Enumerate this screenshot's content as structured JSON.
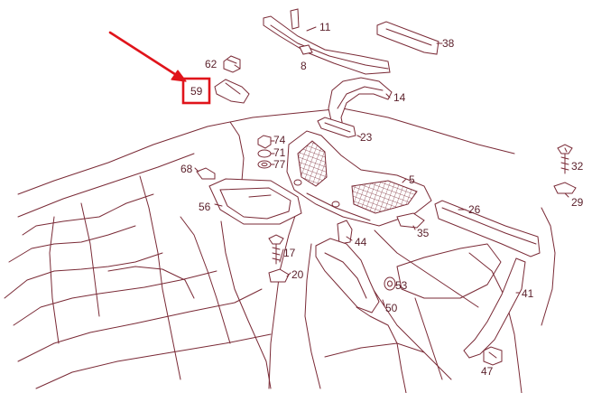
{
  "colors": {
    "line": "#7a2a36",
    "label": "#5a1f2a",
    "highlight": "#e0141b",
    "background": "#ffffff"
  },
  "highlight": {
    "part": "59"
  },
  "parts": {
    "p11": "11",
    "p38": "38",
    "p8": "8",
    "p62": "62",
    "p59": "59",
    "p14": "14",
    "p23": "23",
    "p74": "74",
    "p71": "71",
    "p77": "77",
    "p68": "68",
    "p5": "5",
    "p56": "56",
    "p32": "32",
    "p29": "29",
    "p26": "26",
    "p44": "44",
    "p35": "35",
    "p17": "17",
    "p20": "20",
    "p53": "53",
    "p50": "50",
    "p41": "41",
    "p47": "47"
  }
}
